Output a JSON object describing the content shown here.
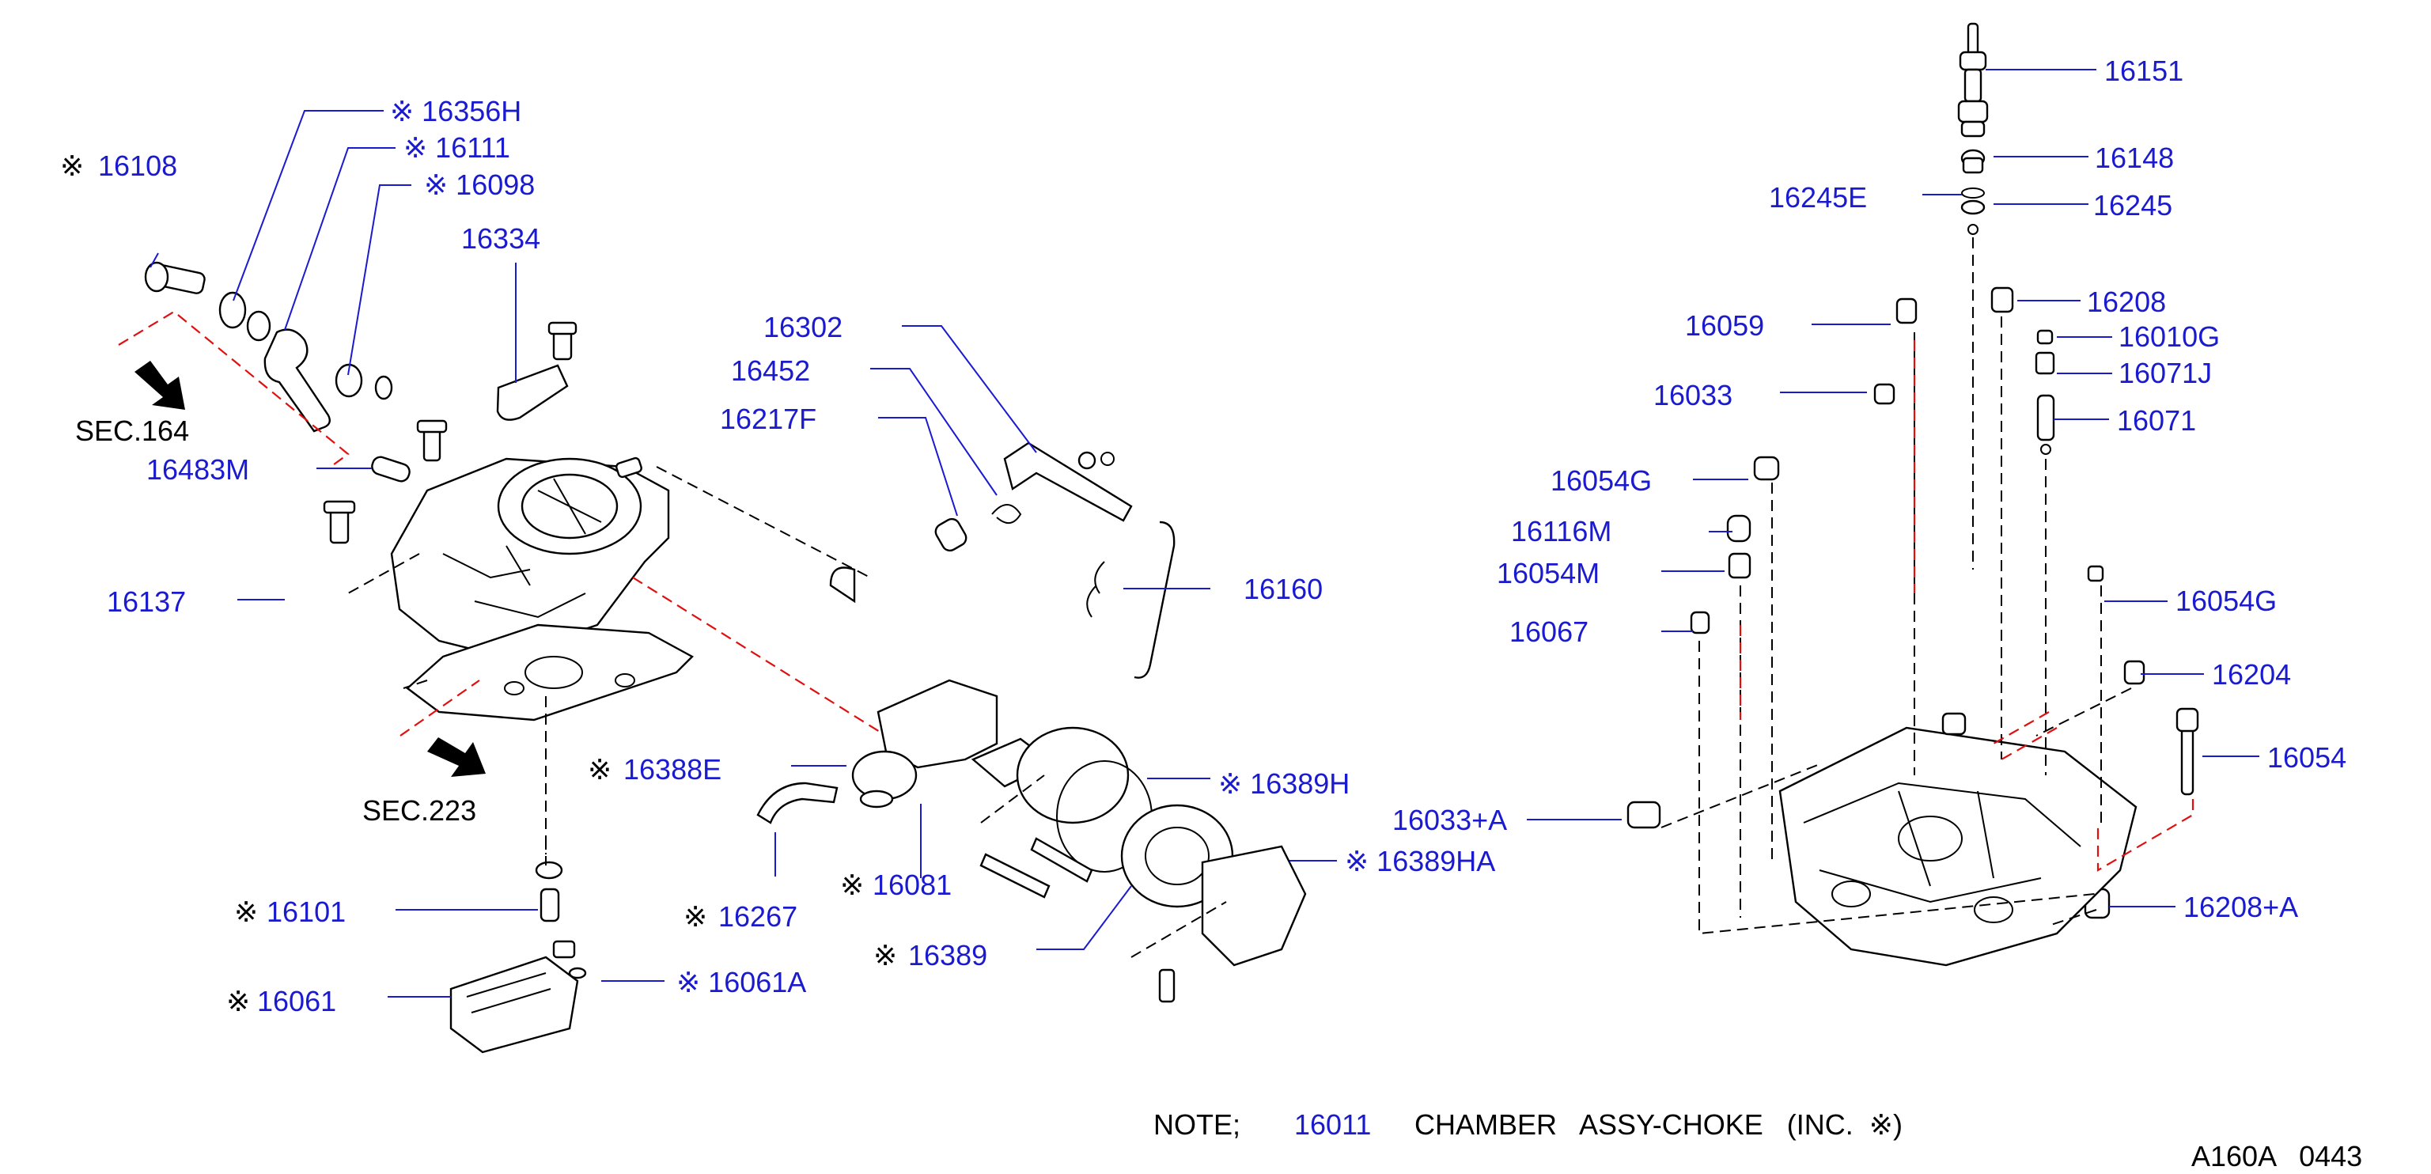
{
  "diagram": {
    "parts": {
      "p16356H": "※ 16356H",
      "p16111": "※ 16111",
      "p16098": "※ 16098",
      "p16108_mark": "※",
      "p16108": "16108",
      "p16334": "16334",
      "p16483M": "16483M",
      "p16137": "16137",
      "p16302": "16302",
      "p16452": "16452",
      "p16217F": "16217F",
      "p16160": "16160",
      "p16388E_mark": "※",
      "p16388E": "16388E",
      "p16389H": "※ 16389H",
      "p16389HA": "※ 16389HA",
      "p16081_mark": "※",
      "p16081": "16081",
      "p16267_mark": "※",
      "p16267": "16267",
      "p16389_mark": "※",
      "p16389": "16389",
      "p16101_mark": "※",
      "p16101": "16101",
      "p16061_mark": "※",
      "p16061": "16061",
      "p16061A": "※ 16061A",
      "p16151": "16151",
      "p16148": "16148",
      "p16245E": "16245E",
      "p16245": "16245",
      "p16208": "16208",
      "p16059": "16059",
      "p16010G": "16010G",
      "p16071J": "16071J",
      "p16033": "16033",
      "p16071": "16071",
      "p16054G": "16054G",
      "p16116M": "16116M",
      "p16054M": "16054M",
      "p16067": "16067",
      "p16054G2": "16054G",
      "p16204": "16204",
      "p16054": "16054",
      "p16033A": "16033+A",
      "p16208A": "16208+A"
    },
    "sections": {
      "sec164": "SEC.164",
      "sec223": "SEC.223"
    },
    "note": {
      "prefix": "NOTE;",
      "part_number": "16011",
      "description": "CHAMBER   ASSY-CHOKE   (INC.  ※)"
    },
    "figure_code": "A160A   0443"
  }
}
